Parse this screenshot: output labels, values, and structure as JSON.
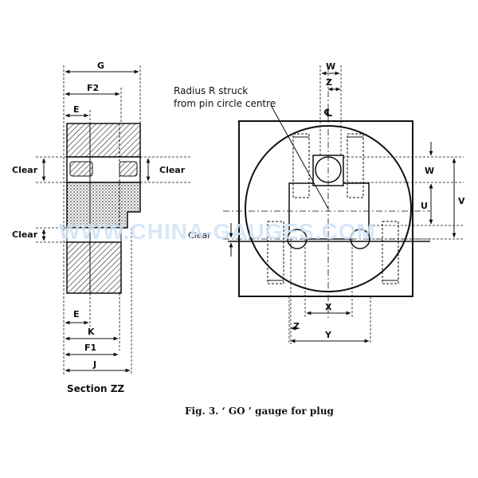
{
  "section_view": {
    "dimensions": [
      "G",
      "F2",
      "E",
      "E",
      "K",
      "F1",
      "J"
    ],
    "clear_labels": [
      "Clear",
      "Clear",
      "Clear"
    ],
    "caption": "Section ZZ"
  },
  "front_view": {
    "annotation_lines": [
      "Radius R struck",
      "from pin circle centre"
    ],
    "top_labels": [
      "W",
      "Z",
      "℄"
    ],
    "right_labels": [
      "W",
      "U",
      "V"
    ],
    "clear_label": "Clear",
    "bottom_labels": [
      "X",
      "Z",
      "Y"
    ]
  },
  "figure_caption": "Fig. 3. ‘ GO ’ gauge for plug",
  "watermark": "WWW.CHINA-GAUGES.COM"
}
